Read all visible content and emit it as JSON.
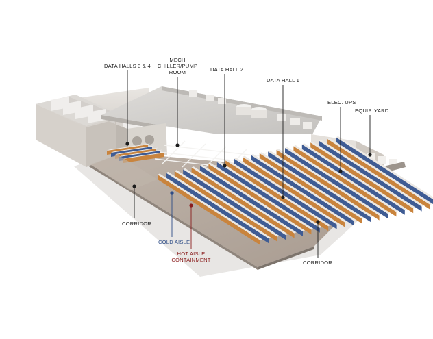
{
  "labels": {
    "data_halls_3_4": "DATA HALLS 3 & 4",
    "mech_line1": "MECH",
    "mech_line2": "CHILLER/PUMP",
    "mech_line3": "ROOM",
    "data_hall_2": "DATA HALL 2",
    "data_hall_1": "DATA HALL 1",
    "elec_ups": "ELEC. UPS",
    "equip_yard": "EQUIP. YARD",
    "corridor_left": "CORRIDOR",
    "cold_aisle": "COLD AISLE",
    "hot_aisle_line1": "HOT AISLE",
    "hot_aisle_line2": "CONTAINMENT",
    "corridor_right": "CORRIDOR"
  },
  "colors": {
    "label": "#1c1c1c",
    "cold_aisle": "#2d4c86",
    "hot_aisle": "#8a1d1d",
    "rack_orange": "#c9843d",
    "rack_blue": "#3f5c94",
    "floor": "#b3a89f",
    "roof": "#d2d0cd"
  }
}
